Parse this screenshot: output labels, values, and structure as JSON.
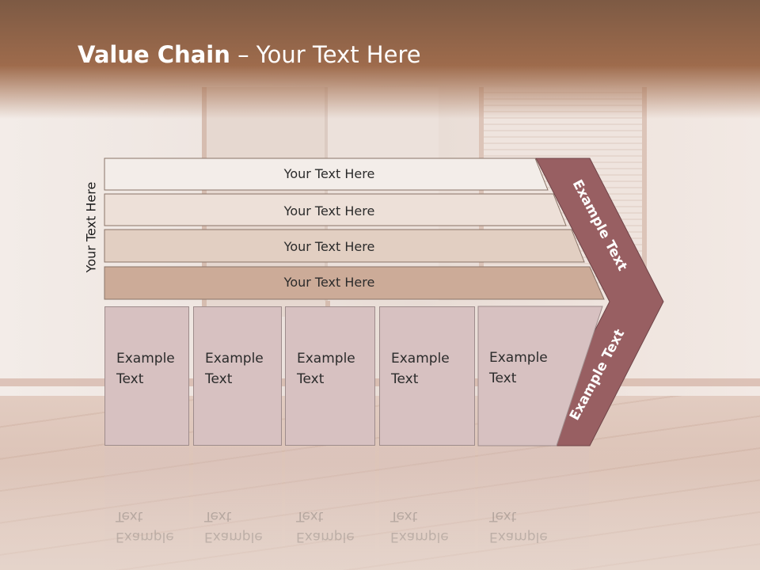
{
  "slide": {
    "title_bold": "Value Chain",
    "title_rest": " – Your Text Here",
    "vertical_label": "Your Text Here"
  },
  "rows": [
    {
      "label": "Your Text Here",
      "fill": "#f3ede9"
    },
    {
      "label": "Your Text Here",
      "fill": "#ede0d8"
    },
    {
      "label": "Your Text Here",
      "fill": "#e2cfc2"
    },
    {
      "label": "Your Text Here",
      "fill": "#ccab98"
    }
  ],
  "boxes": [
    {
      "line1": "Example",
      "line2": "Text"
    },
    {
      "line1": "Example",
      "line2": "Text"
    },
    {
      "line1": "Example",
      "line2": "Text"
    },
    {
      "line1": "Example",
      "line2": "Text"
    },
    {
      "line1": "Example",
      "line2": "Text"
    }
  ],
  "chevron": {
    "top_label": "Example Text",
    "bottom_label": "Example Text",
    "fill": "#985f62"
  },
  "colors": {
    "header": "#9e6b4c",
    "box_fill": "#d7c1c1"
  }
}
